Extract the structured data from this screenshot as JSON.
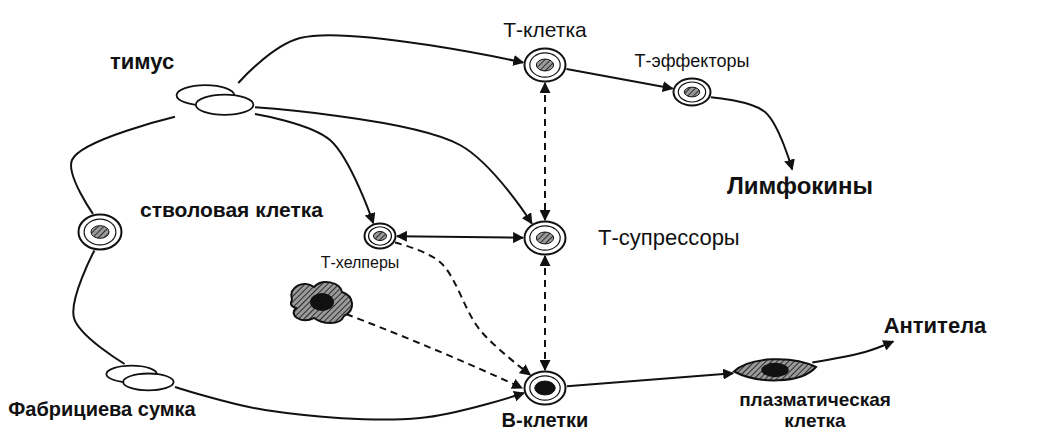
{
  "diagram": {
    "nodes": [
      {
        "text": [
          "тимус"
        ]
      },
      {
        "text": [
          "Т-клетка"
        ]
      },
      {
        "text": [
          "Т-эффекторы"
        ]
      },
      {
        "text": [
          "Лимфокины"
        ]
      },
      {
        "text": [
          "стволовая клетка"
        ]
      },
      {
        "text": [
          "Т-хелперы"
        ]
      },
      {
        "text": [
          "Т-супрессоры"
        ]
      },
      {
        "text": [
          "Антитела"
        ]
      },
      {
        "text": [
          "Фабрициева сумка"
        ]
      },
      {
        "text": [
          "В-клетки"
        ]
      },
      {
        "text": [
          "плазматическая клетка"
        ]
      }
    ],
    "edges": [
      {
        "from": 4,
        "to": 0,
        "arrow": "none"
      },
      {
        "from": 0,
        "to": 1,
        "arrow": "to"
      },
      {
        "from": 0,
        "to": 5,
        "arrow": "to"
      },
      {
        "from": 0,
        "to": 6,
        "arrow": "to"
      },
      {
        "from": 1,
        "to": 2,
        "arrow": "to"
      },
      {
        "from": 2,
        "to": 3,
        "arrow": "to"
      },
      {
        "from": 5,
        "to": 6,
        "arrow": "both"
      },
      {
        "from": 1,
        "to": 6,
        "arrow": "both"
      },
      {
        "from": 6,
        "to": 9,
        "arrow": "both"
      },
      {
        "from": 5,
        "to": 9,
        "arrow": "to"
      },
      {
        "from": 4,
        "to": 8,
        "arrow": "none"
      },
      {
        "from": 8,
        "to": 9,
        "arrow": "to"
      },
      {
        "from": 9,
        "to": 10,
        "arrow": "to"
      },
      {
        "from": 10,
        "to": 7,
        "arrow": "to"
      }
    ]
  }
}
